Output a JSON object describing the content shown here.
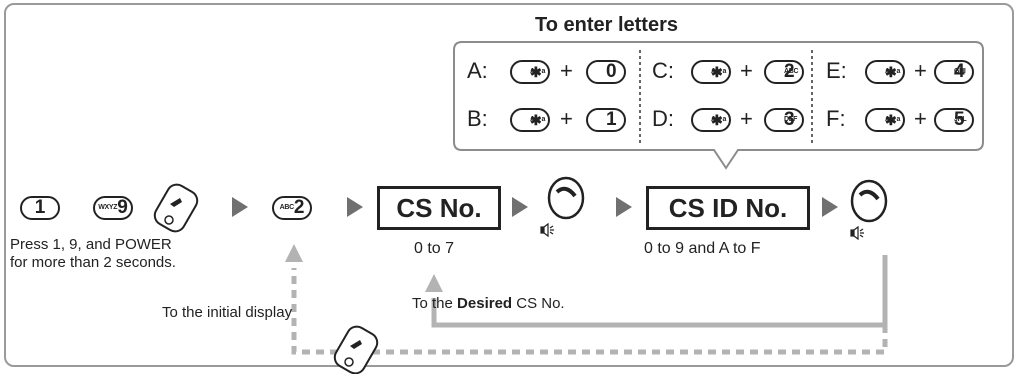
{
  "letters_title": "To enter letters",
  "letters": [
    {
      "label": "A:",
      "key_small": "",
      "key_big": "0"
    },
    {
      "label": "C:",
      "key_small": "ABC",
      "key_big": "2"
    },
    {
      "label": "E:",
      "key_small": "GHI",
      "key_big": "4"
    },
    {
      "label": "B:",
      "key_small": "",
      "key_big": "1"
    },
    {
      "label": "D:",
      "key_small": "DEF",
      "key_big": "3"
    },
    {
      "label": "F:",
      "key_small": "JKL",
      "key_big": "5"
    }
  ],
  "plus": "+",
  "star_key": {
    "small": "A↔a",
    "big": "✱"
  },
  "keys": {
    "one": "1",
    "nine_small": "WXYZ",
    "nine": "9",
    "abc_small": "ABC",
    "two": "2"
  },
  "cs_no_box": "CS No.",
  "cs_id_box": "CS ID No.",
  "press_text_1": "Press 1, 9, and POWER",
  "press_text_2": "for more than 2 seconds.",
  "range_cs": "0 to 7",
  "range_id": "0 to 9 and A to F",
  "initial_display": "To the initial display",
  "desired_prefix": "To the",
  "desired_bold": "Desired",
  "desired_suffix": "CS No."
}
